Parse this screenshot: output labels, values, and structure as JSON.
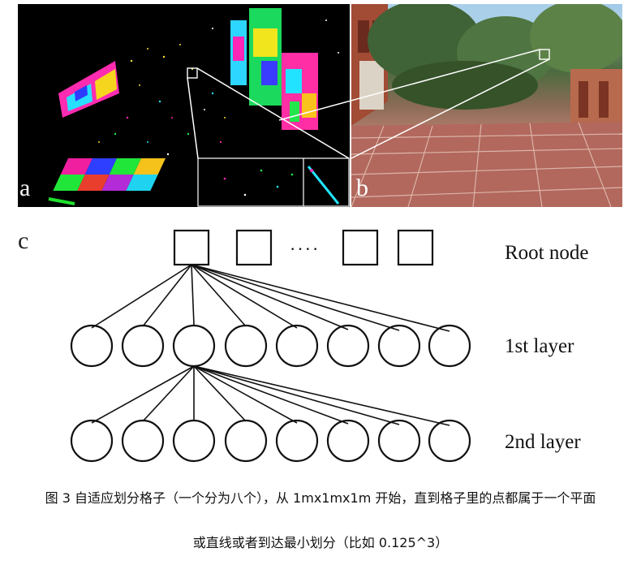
{
  "panels": {
    "a_label": "a",
    "b_label": "b",
    "c_label": "c"
  },
  "tree": {
    "root_label": "Root node",
    "layer1_label": "1st layer",
    "layer2_label": "2nd layer",
    "ellipsis": "····",
    "root_count_shown": 4,
    "children_per_node": 8
  },
  "caption": {
    "line1": "图  3  自适应划分格子（一个分为八个），从 1mx1mx1m 开始，直到格子里的点都属于一个平面",
    "line2": "或直线或者到达最小划分（比如 0.125^3）"
  },
  "colors": {
    "zoom_lines": "#ffffff",
    "tree_stroke": "#111111"
  }
}
